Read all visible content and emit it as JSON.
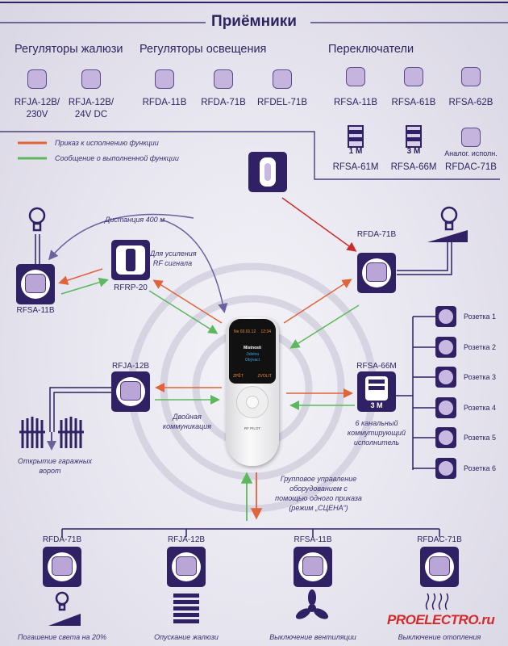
{
  "title": "Приёмники",
  "categories": {
    "blinds": "Регуляторы жалюзи",
    "lighting": "Регуляторы освещения",
    "switches": "Переключатели"
  },
  "catalog": [
    {
      "l1": "RFJA-12B/",
      "l2": "230V"
    },
    {
      "l1": "RFJA-12B/",
      "l2": "24V DC"
    },
    {
      "l1": "RFDA-11B",
      "l2": ""
    },
    {
      "l1": "RFDA-71B",
      "l2": ""
    },
    {
      "l1": "RFDEL-71B",
      "l2": ""
    },
    {
      "l1": "RFSA-11B",
      "l2": ""
    },
    {
      "l1": "RFSA-61B",
      "l2": ""
    },
    {
      "l1": "RFSA-62B",
      "l2": ""
    },
    {
      "l1": "RFSA-61M",
      "l2": "1 M"
    },
    {
      "l1": "RFSA-66M",
      "l2": "3 M"
    },
    {
      "l1": "RFDAC-71B",
      "l2": "Аналог. исполн."
    }
  ],
  "legend": {
    "order": "Приказ к исполнению функции",
    "feedback": "Сообщение о выполненной функции",
    "order_color": "#e0643a",
    "feedback_color": "#5cb85c"
  },
  "diagram": {
    "rfsa11b": "RFSA-11B",
    "rfrp20": "RFRP-20",
    "rfrp_note1": "Для усиления",
    "rfrp_note2": "RF сигнала",
    "distance": "Дистанция 400 м",
    "rfda71b": "RFDA-71B",
    "rfja12b": "RFJA-12B",
    "garage1": "Открытие гаражных",
    "garage2": "ворот",
    "dual1": "Двойная",
    "dual2": "коммуникация",
    "rfsa66m": "RFSA-66M",
    "rfsa66m_badge": "3 M",
    "ch1": "6 канальный",
    "ch2": "коммутирующий",
    "ch3": "исполнитель",
    "sockets": [
      "Розетка 1",
      "Розетка 2",
      "Розетка 3",
      "Розетка 4",
      "Розетка 5",
      "Розетка 6"
    ],
    "group1": "Групповое управление",
    "group2": "оборудованием с",
    "group3": "помощью одного приказа",
    "group4": "(режим „СЦЕНА“)"
  },
  "remote": {
    "date": "Ne 03.01.12",
    "time": "12:34",
    "menu1": "Místnosti",
    "menu2": "Jídelna",
    "menu3": "Obývací",
    "left": "ZPĚT",
    "right": "ZVOLIT",
    "brand": "RF PILOT"
  },
  "scene": [
    {
      "model": "RFDA-71B",
      "caption": "Погашение света на  20%"
    },
    {
      "model": "RFJA-12B",
      "caption": "Опускание жалюзи"
    },
    {
      "model": "RFSA-11B",
      "caption": "Выключение вентиляции"
    },
    {
      "model": "RFDAC-71B",
      "caption": "Выключение отопления"
    }
  ],
  "watermark": "PROELECTRO.ru"
}
